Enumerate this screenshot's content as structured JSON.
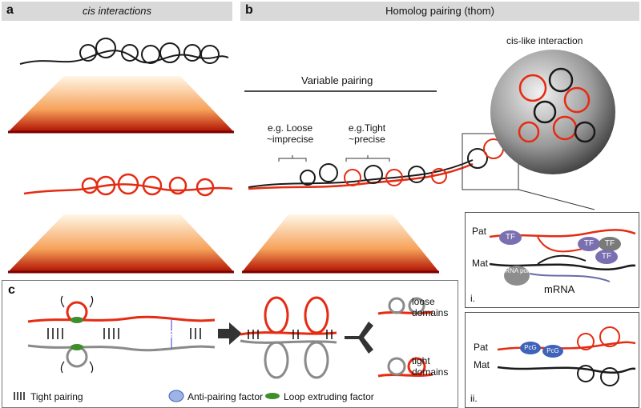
{
  "panel_a": {
    "letter": "a",
    "title": "cis interactions"
  },
  "panel_b": {
    "letter": "b",
    "title": "Homolog pairing (thom)",
    "variable_pairing": "Variable pairing",
    "loose_label": "e.g. Loose ~imprecise",
    "tight_label": "e.g.Tight ~precise",
    "cis_like": "cis-like interaction",
    "inset_i": {
      "pat": "Pat",
      "mat": "Mat",
      "tf": "TF",
      "rna_pol": "RNA pol",
      "mrna": "mRNA",
      "roman": "i."
    },
    "inset_ii": {
      "pat": "Pat",
      "mat": "Mat",
      "pcg": "PcG",
      "roman": "ii."
    }
  },
  "panel_c": {
    "letter": "c",
    "loose_domains": "loose domains",
    "tight_domains": "tight domains",
    "anti_pairing_symbol": "?",
    "legend": {
      "tight_pairing": "Tight pairing",
      "anti_pairing": "Anti-pairing factor",
      "loop_extruding": "Loop extruding factor"
    }
  },
  "colors": {
    "red": "#e52b12",
    "black": "#1a1a1a",
    "grey": "#8a8a8a",
    "tf_purple": "#7a6fb0",
    "pcg_blue": "#3e63b8"
  }
}
